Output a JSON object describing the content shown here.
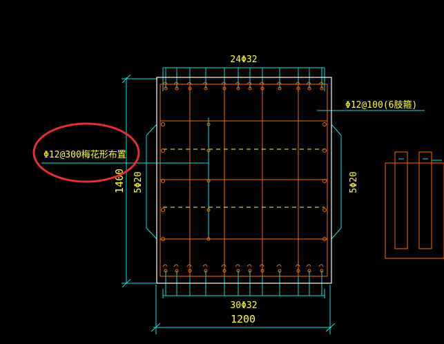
{
  "drawing": {
    "top_rebar_label": "24Φ32",
    "bottom_rebar_label": "30Φ32",
    "width_dimension": "1200",
    "height_dimension": "1400",
    "left_side_rebar_label": "5Φ20",
    "right_side_rebar_label": "5Φ20",
    "stirrup_label": "Φ12@100(6肢箍)",
    "tie_label": "Φ12@300梅花形布置"
  },
  "colors": {
    "background": "#000000",
    "outline": "#ffffff",
    "dimension": "#00e5e5",
    "rebar": "#ff6a00",
    "text": "#ffff33",
    "highlight": "#e53030"
  }
}
